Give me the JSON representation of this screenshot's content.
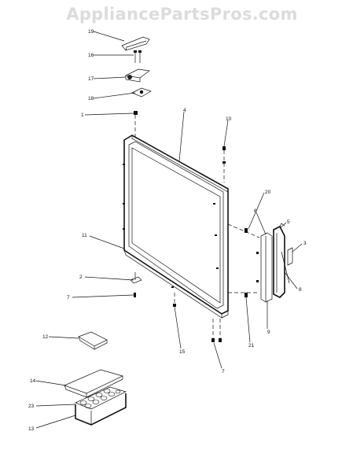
{
  "watermark": "AppliancePartsPros.com",
  "callouts": {
    "c1": "1",
    "c2": "2",
    "c3": "3",
    "c4": "4",
    "c5": "5",
    "c6": "6",
    "c7a": "7",
    "c7b": "7",
    "c8": "8",
    "c9": "9",
    "c10": "10",
    "c11": "11",
    "c12": "12",
    "c13": "13",
    "c14": "14",
    "c15": "15",
    "c16": "16",
    "c17": "17",
    "c18": "18",
    "c19": "19",
    "c20": "20",
    "c21": "21",
    "c23": "23"
  }
}
